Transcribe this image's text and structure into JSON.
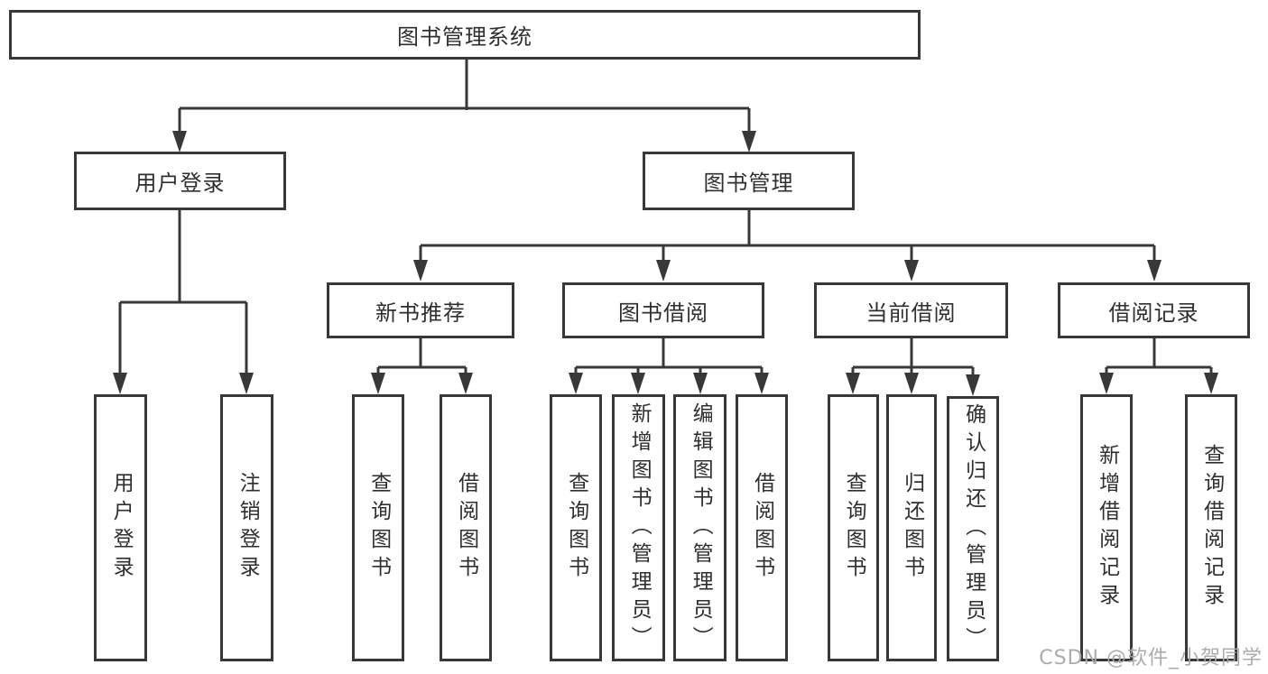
{
  "colors": {
    "line": "#383838",
    "box_border": "#383838",
    "box_background": "#ffffff",
    "text": "#2f2f2f",
    "watermark": "#a8a8a8"
  },
  "watermark": {
    "text": "CSDN @软件_小贺同学"
  },
  "tree": {
    "label": "图书管理系统",
    "children": [
      {
        "label": "用户登录",
        "children": [
          {
            "label": "用户登录"
          },
          {
            "label": "注销登录"
          }
        ]
      },
      {
        "label": "图书管理",
        "children": [
          {
            "label": "新书推荐",
            "children": [
              {
                "label": "查询图书"
              },
              {
                "label": "借阅图书"
              }
            ]
          },
          {
            "label": "图书借阅",
            "children": [
              {
                "label": "查询图书"
              },
              {
                "label": "新增图书（管理员）"
              },
              {
                "label": "编辑图书（管理员）"
              },
              {
                "label": "借阅图书"
              }
            ]
          },
          {
            "label": "当前借阅",
            "children": [
              {
                "label": "查询图书"
              },
              {
                "label": "归还图书"
              },
              {
                "label": "确认归还（管理员）"
              }
            ]
          },
          {
            "label": "借阅记录",
            "children": [
              {
                "label": "新增借阅记录"
              },
              {
                "label": "查询借阅记录"
              }
            ]
          }
        ]
      }
    ]
  }
}
